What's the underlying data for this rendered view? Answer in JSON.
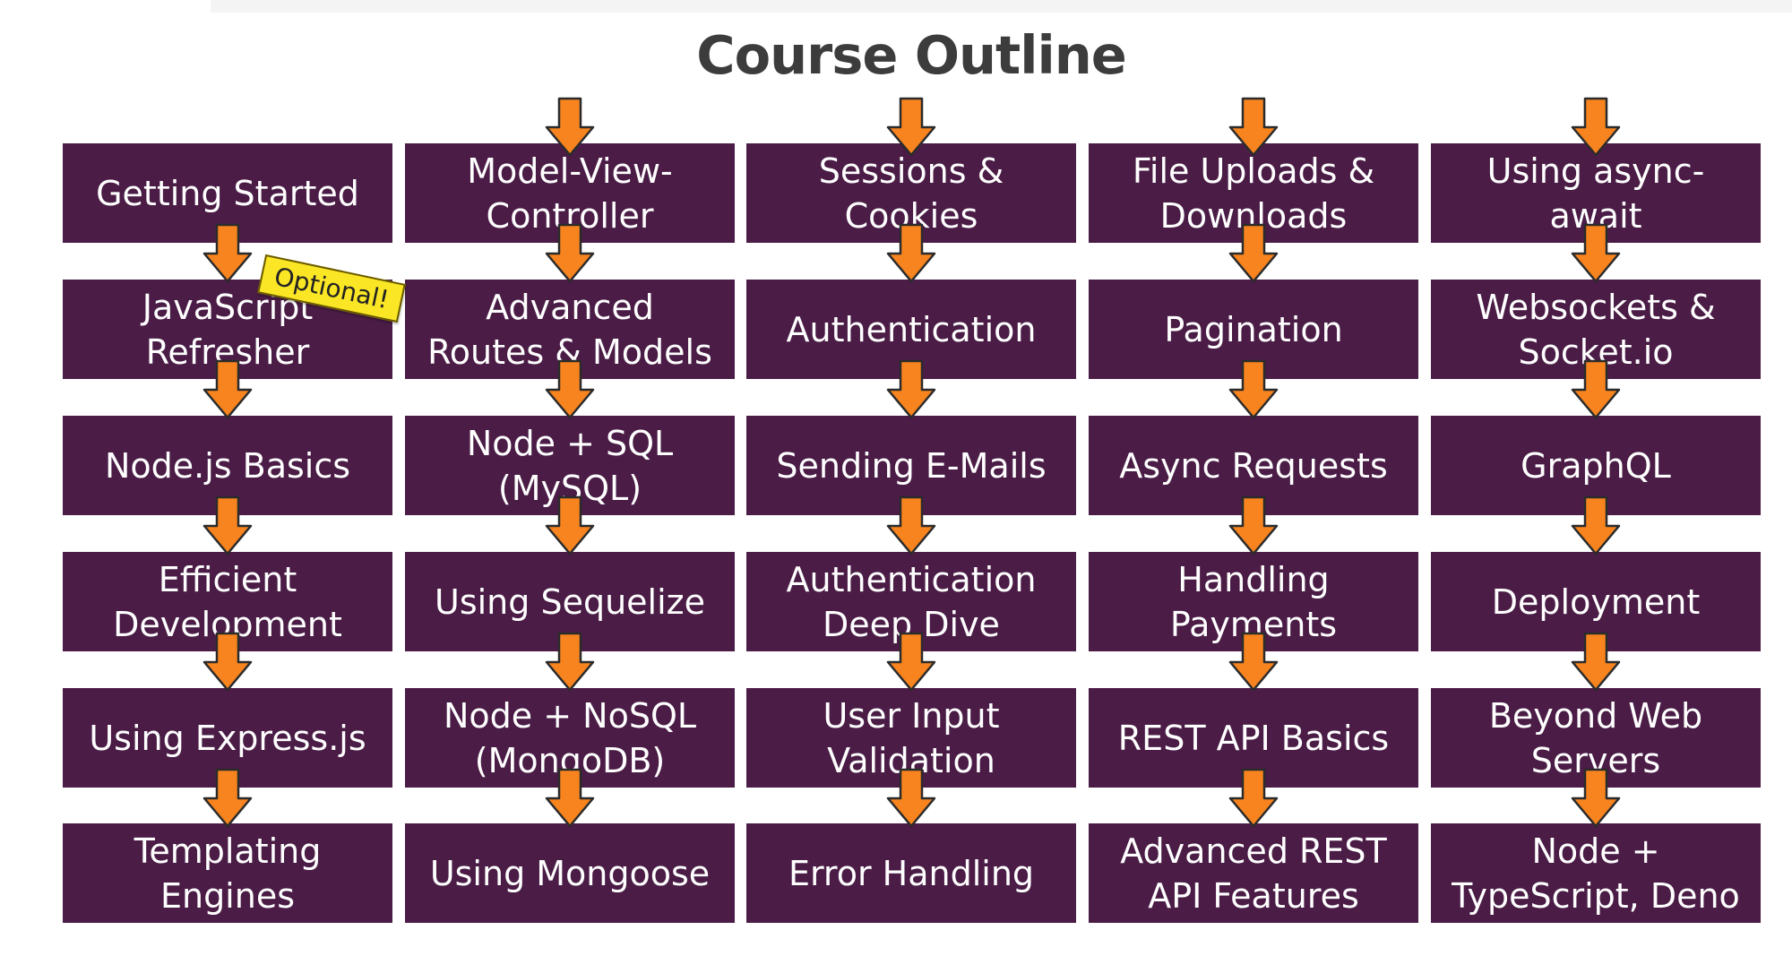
{
  "title": "Course Outline",
  "sticker_label": "Optional!",
  "colors": {
    "box": "#4a1c46",
    "arrow_fill": "#f7841f",
    "arrow_stroke": "#2b2b2b",
    "sticker": "#fbe625",
    "title": "#3c3c3c"
  },
  "arrow_icon": "arrow-down-icon",
  "columns": [
    {
      "items": [
        "Getting Started",
        "JavaScript\nRefresher",
        "Node.js Basics",
        "Efficient\nDevelopment",
        "Using Express.js",
        "Templating\nEngines"
      ]
    },
    {
      "items": [
        "Model-View-\nController",
        "Advanced\nRoutes & Models",
        "Node + SQL\n(MySQL)",
        "Using Sequelize",
        "Node + NoSQL\n(MongoDB)",
        "Using Mongoose"
      ]
    },
    {
      "items": [
        "Sessions &\nCookies",
        "Authentication",
        "Sending E-Mails",
        "Authentication\nDeep Dive",
        "User Input\nValidation",
        "Error Handling"
      ]
    },
    {
      "items": [
        "File Uploads &\nDownloads",
        "Pagination",
        "Async Requests",
        "Handling\nPayments",
        "REST API Basics",
        "Advanced REST\nAPI Features"
      ]
    },
    {
      "items": [
        "Using async-\nawait",
        "Websockets &\nSocket.io",
        "GraphQL",
        "Deployment",
        "Beyond Web\nServers",
        "Node +\nTypeScript, Deno"
      ]
    }
  ]
}
